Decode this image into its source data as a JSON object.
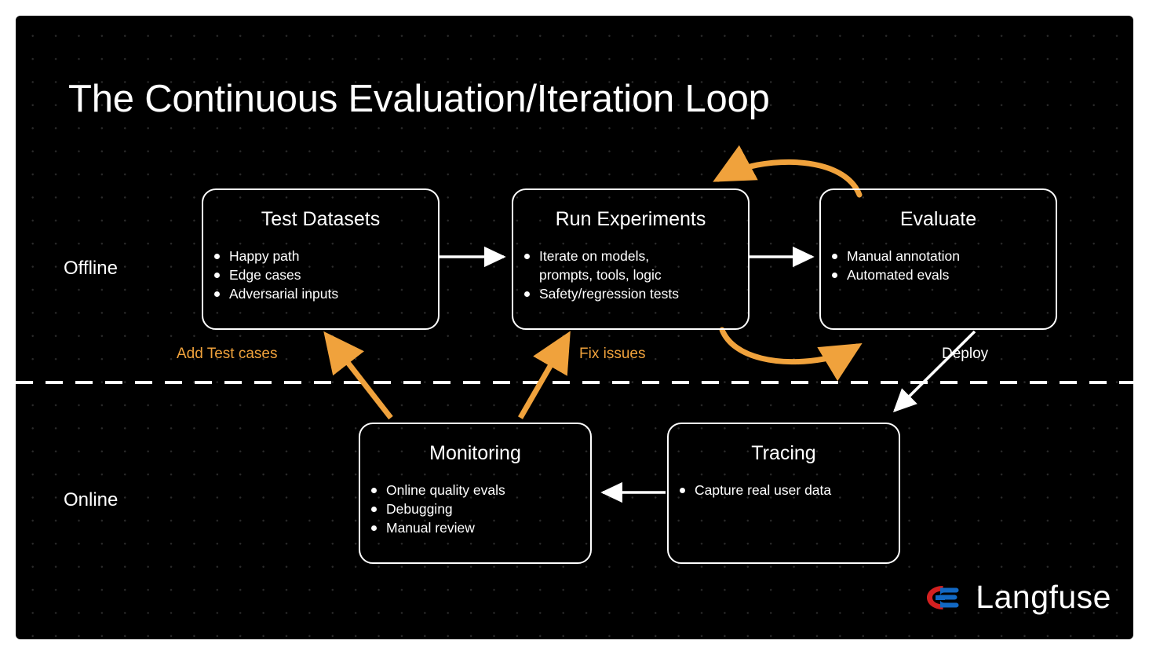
{
  "canvas": {
    "background_color": "#000000",
    "page_background": "#ffffff",
    "dot_grid_color": "#2b2b2b",
    "accent_orange": "#f0a23c",
    "stroke_white": "#ffffff"
  },
  "title": "The Continuous Evaluation/Iteration Loop",
  "lanes": [
    {
      "id": "offline",
      "label": "Offline"
    },
    {
      "id": "online",
      "label": "Online"
    }
  ],
  "nodes": [
    {
      "id": "test-datasets",
      "title": "Test Datasets",
      "lane": "offline",
      "bullets": [
        "Happy path",
        "Edge cases",
        "Adversarial inputs"
      ]
    },
    {
      "id": "run-experiments",
      "title": "Run Experiments",
      "lane": "offline",
      "bullets": [
        "Iterate on models,\nprompts, tools, logic",
        "Safety/regression tests"
      ]
    },
    {
      "id": "evaluate",
      "title": "Evaluate",
      "lane": "offline",
      "bullets": [
        "Manual annotation",
        "Automated evals"
      ]
    },
    {
      "id": "monitoring",
      "title": "Monitoring",
      "lane": "online",
      "bullets": [
        "Online quality evals",
        "Debugging",
        "Manual review"
      ]
    },
    {
      "id": "tracing",
      "title": "Tracing",
      "lane": "online",
      "bullets": [
        "Capture real user data"
      ]
    }
  ],
  "edge_labels": {
    "add_test_cases": "Add Test cases",
    "fix_issues": "Fix issues",
    "deploy": "Deploy"
  },
  "brand": {
    "name": "Langfuse",
    "logo_colors": {
      "red": "#d32020",
      "blue": "#1268c3"
    }
  }
}
